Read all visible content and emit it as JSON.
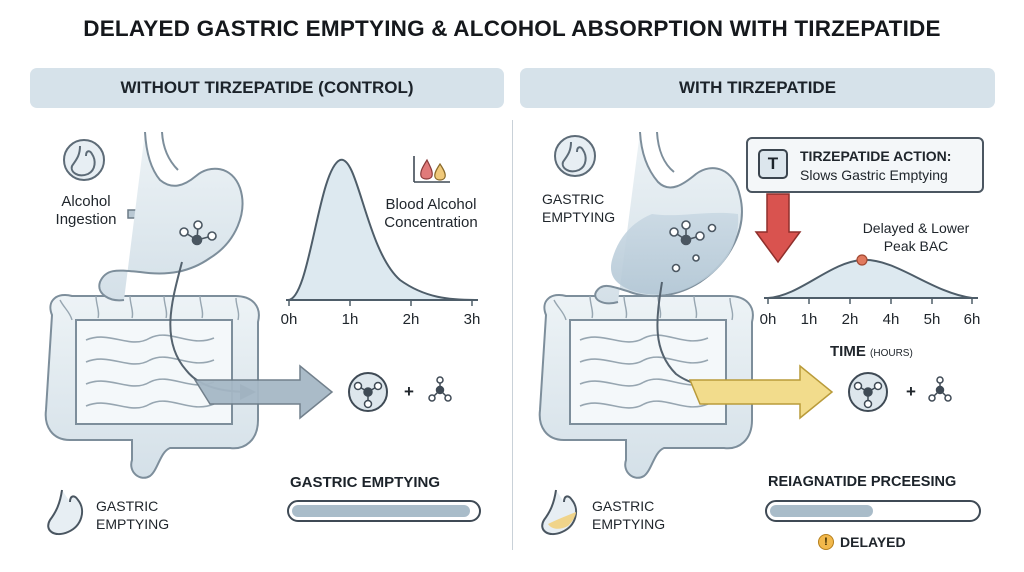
{
  "title": "DELAYED GASTRIC EMPTYING & ALCOHOL ABSORPTION WITH TIRZEPATIDE",
  "left_panel": {
    "header": "WITHOUT TIRZEPATIDE (CONTROL)",
    "ingestion_label": "Alcohol\nIngestion",
    "bac_label": "Blood Alcohol\nConcentration",
    "x_ticks": [
      "0h",
      "1h",
      "2h",
      "3h"
    ],
    "bottom_label": "GASTRIC\nEMPTYING",
    "bar_label": "GASTRIC EMPTYING",
    "bar_fill_fraction": 0.97,
    "plus": "+"
  },
  "right_panel": {
    "header": "WITH TIRZEPATIDE",
    "gastric_label": "GASTRIC\nEMPTYING",
    "action_title": "TIRZEPATIDE ACTION:",
    "action_sub": "Slows Gastric Emptying",
    "t_badge": "T",
    "peak_label": "Delayed & Lower\nPeak BAC",
    "x_ticks": [
      "0h",
      "1h",
      "2h",
      "4h",
      "5h",
      "6h"
    ],
    "x_title": "TIME",
    "x_title_units": "(HOURS)",
    "bottom_label": "GASTRIC\nEMPTYING",
    "bar_label": "REIAGNATIDE PRCEESING",
    "bar_fill_fraction": 0.5,
    "delayed_icon": "!",
    "delayed_label": "DELAYED",
    "plus": "+"
  },
  "colors": {
    "header_bg": "#d6e2ea",
    "organ_fill": "#e6eef3",
    "organ_stroke": "#7d8e9b",
    "curve_fill": "#dde9f0",
    "arrow_blue": "#9fb2c1",
    "arrow_yellow": "#f2dc8c",
    "red_arrow": "#d9534f",
    "peak_marker": "#e07a5f"
  },
  "icons": [
    "stomach-icon",
    "droplets-icon",
    "molecule-icon",
    "warning-icon"
  ]
}
